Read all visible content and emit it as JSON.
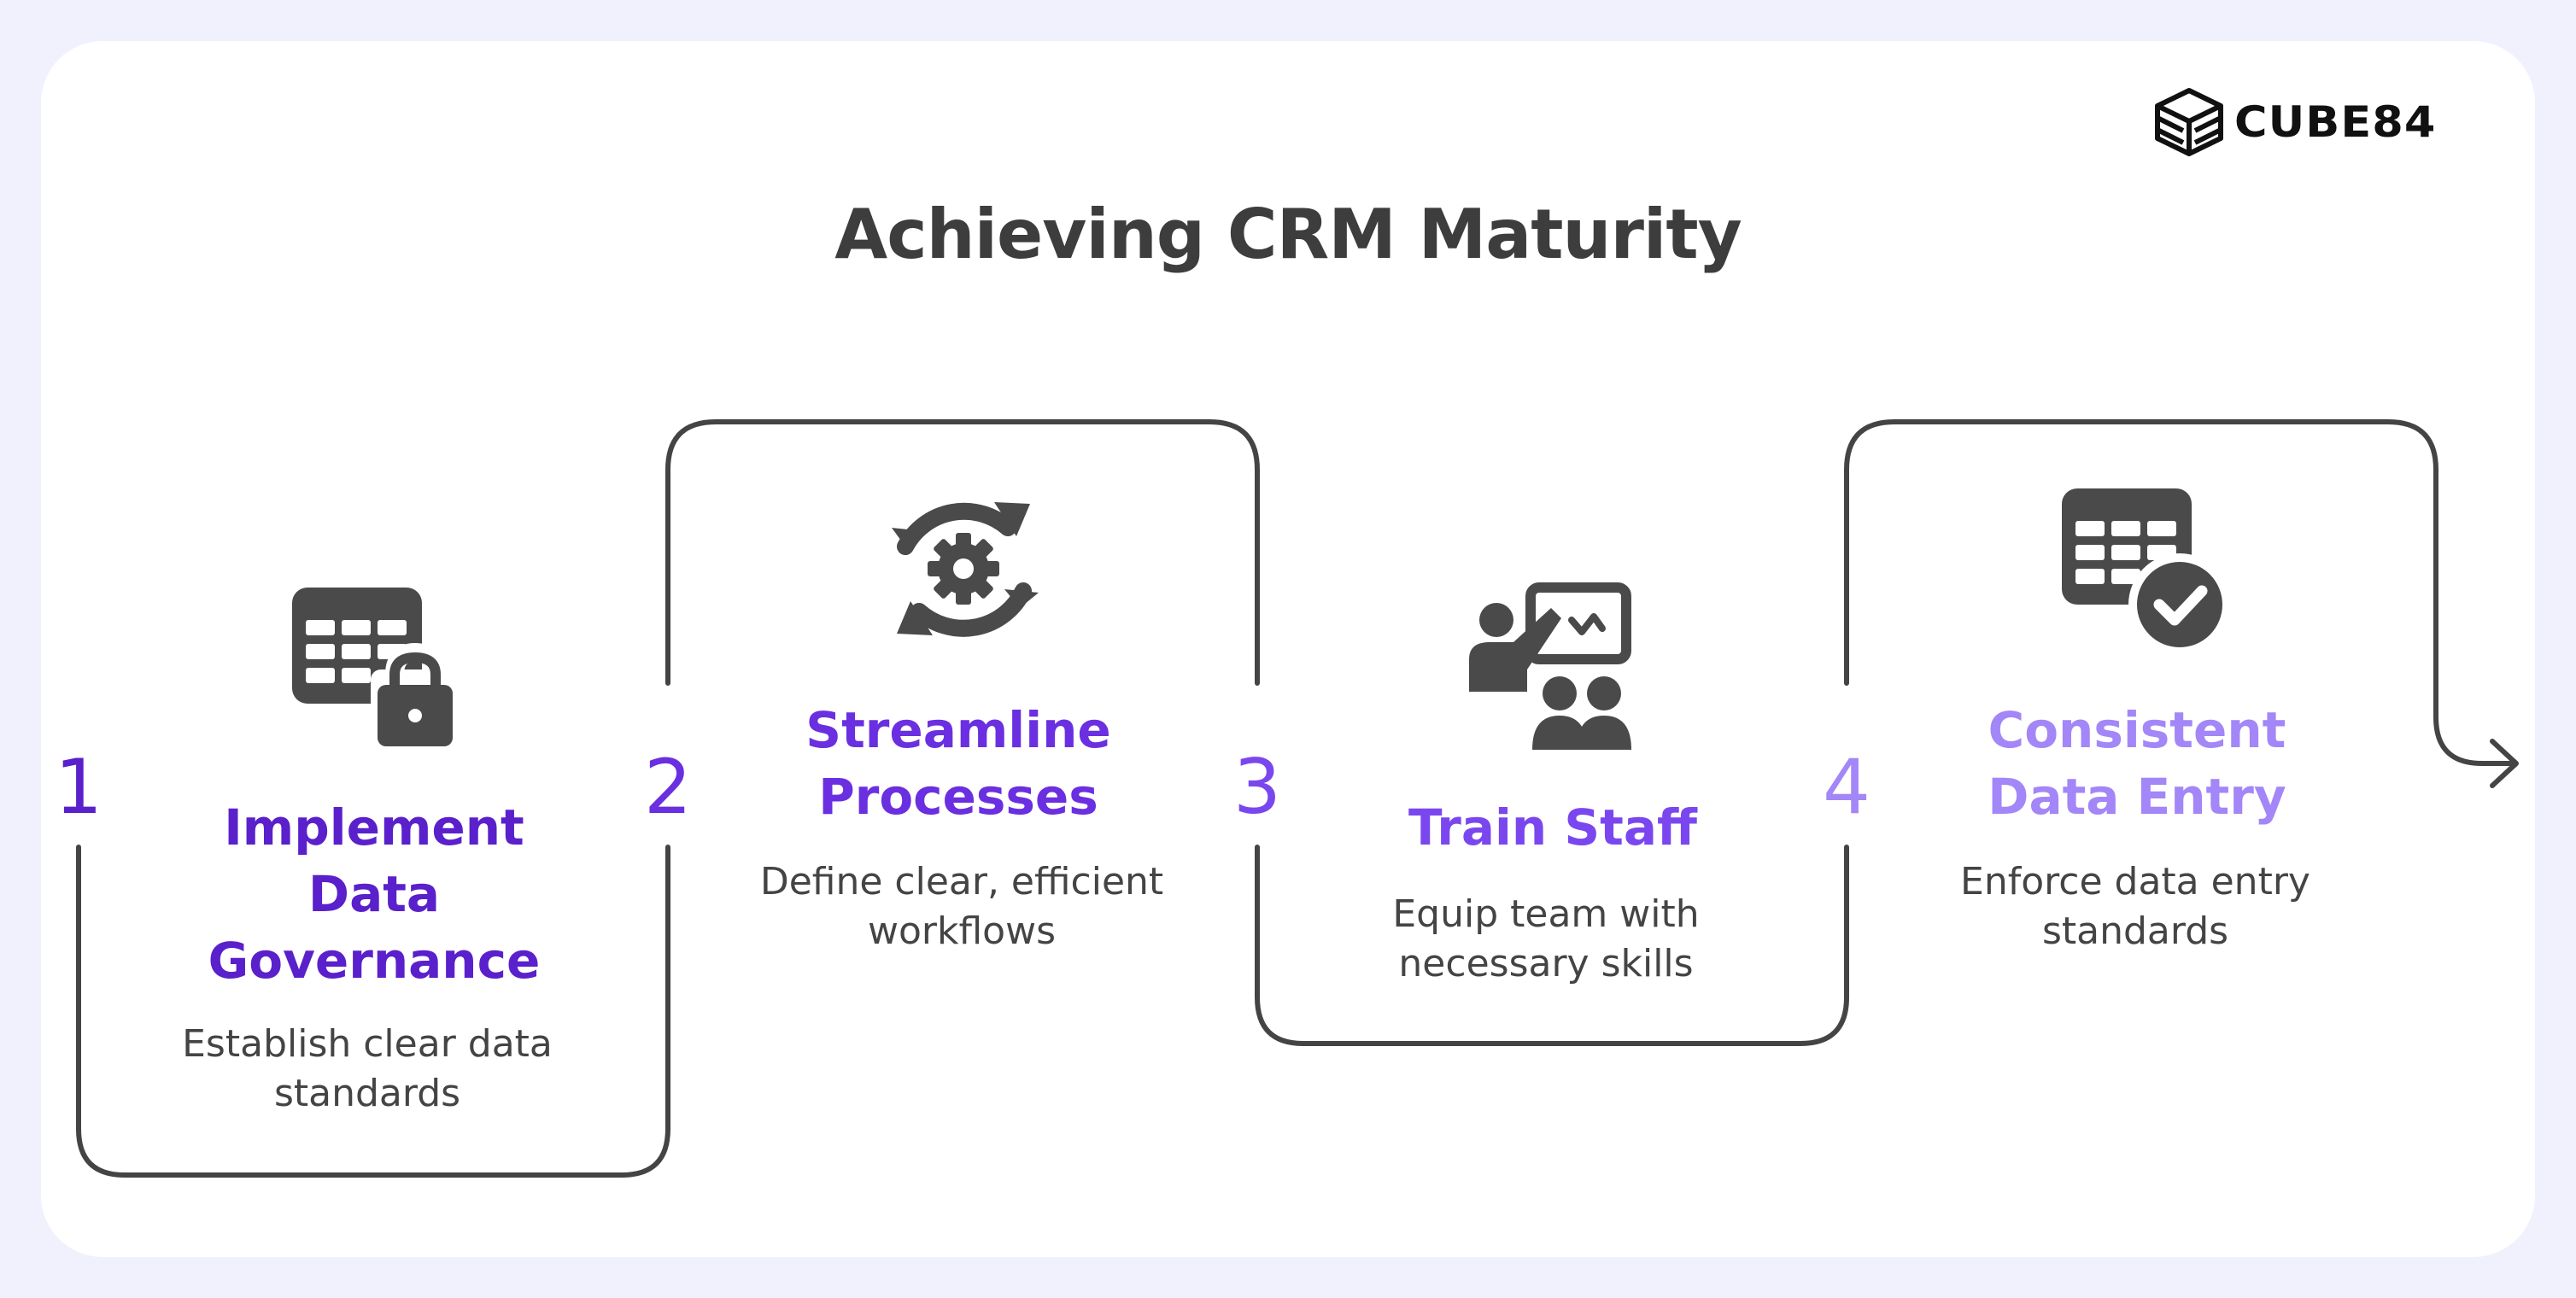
{
  "title": "Achieving CRM Maturity",
  "logo": {
    "text": "CUBE84",
    "icon": "cube-lines-icon"
  },
  "steps": [
    {
      "number": "1",
      "heading": "Implement\nData\nGovernance",
      "description": "Establish clear data\nstandards",
      "icon": "table-lock-icon",
      "color": "#5a20cb"
    },
    {
      "number": "2",
      "heading": "Streamline\nProcesses",
      "description": "Define clear, efficient\nworkflows",
      "icon": "gear-refresh-icon",
      "color": "#6a2fe0"
    },
    {
      "number": "3",
      "heading": "Train Staff",
      "description": "Equip team with\nnecessary skills",
      "icon": "presentation-training-icon",
      "color": "#7a47ef"
    },
    {
      "number": "4",
      "heading": "Consistent\nData Entry",
      "description": "Enforce data entry\nstandards",
      "icon": "table-check-icon",
      "color": "#a386f7"
    }
  ],
  "colors": {
    "line": "#444444",
    "icon": "#4a4a4a",
    "title": "#3d3d3d"
  }
}
